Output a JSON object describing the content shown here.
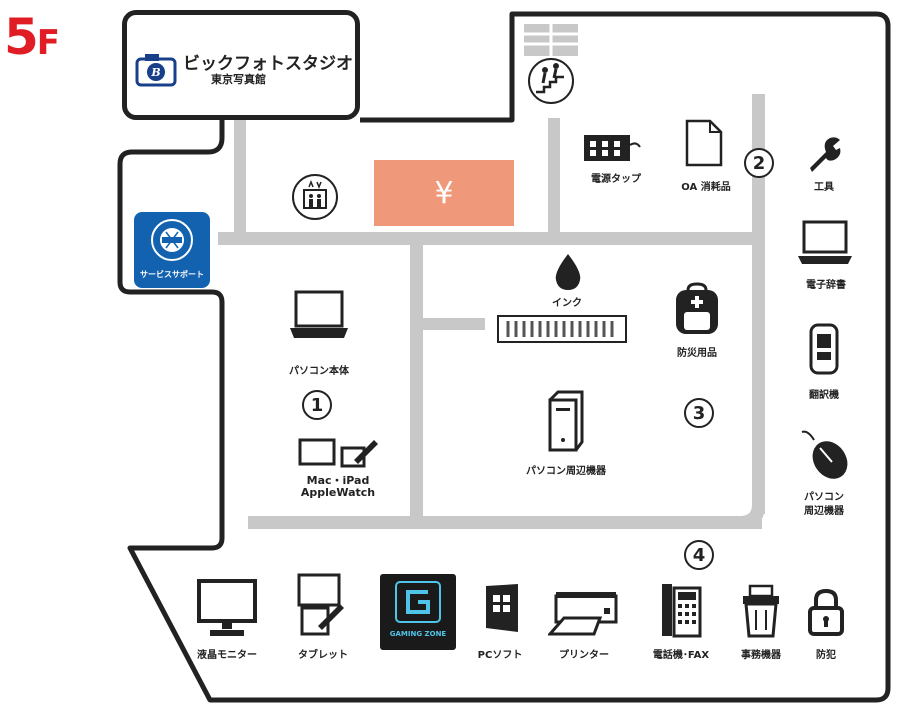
{
  "floor": {
    "number": "5",
    "suffix": "F"
  },
  "studio": {
    "name": "ビックフォトスタジオ",
    "sub": "東京写真館"
  },
  "cashier": {
    "symbol": "¥"
  },
  "service": {
    "label": "サービスサポート"
  },
  "zones": [
    "1",
    "2",
    "3",
    "4"
  ],
  "labels": {
    "power_tap": "電源タップ",
    "oa": "OA 消耗品",
    "tools": "工具",
    "dictionary": "電子辞書",
    "translator": "翻訳機",
    "pc_periph_right": "パソコン周辺機器",
    "pc_periph_line1": "パソコン",
    "pc_periph_line2": "周辺機器",
    "ink": "インク",
    "disaster": "防災用品",
    "pc": "パソコン本体",
    "mac_line1": "Mac・iPad",
    "mac_line2": "AppleWatch",
    "pc_periph_center": "パソコン周辺機器",
    "monitor": "液晶モニター",
    "tablet": "タブレット",
    "gaming": "GAMING ZONE",
    "pc_soft": "PCソフト",
    "printer": "プリンター",
    "phone_fax": "電話機･FAX",
    "office": "事務機器",
    "security": "防犯"
  },
  "colors": {
    "outline": "#222222",
    "aisle": "#c8c8c8",
    "cashier": "#f0987a",
    "service": "#1362b0",
    "floor": "#e01d25"
  }
}
